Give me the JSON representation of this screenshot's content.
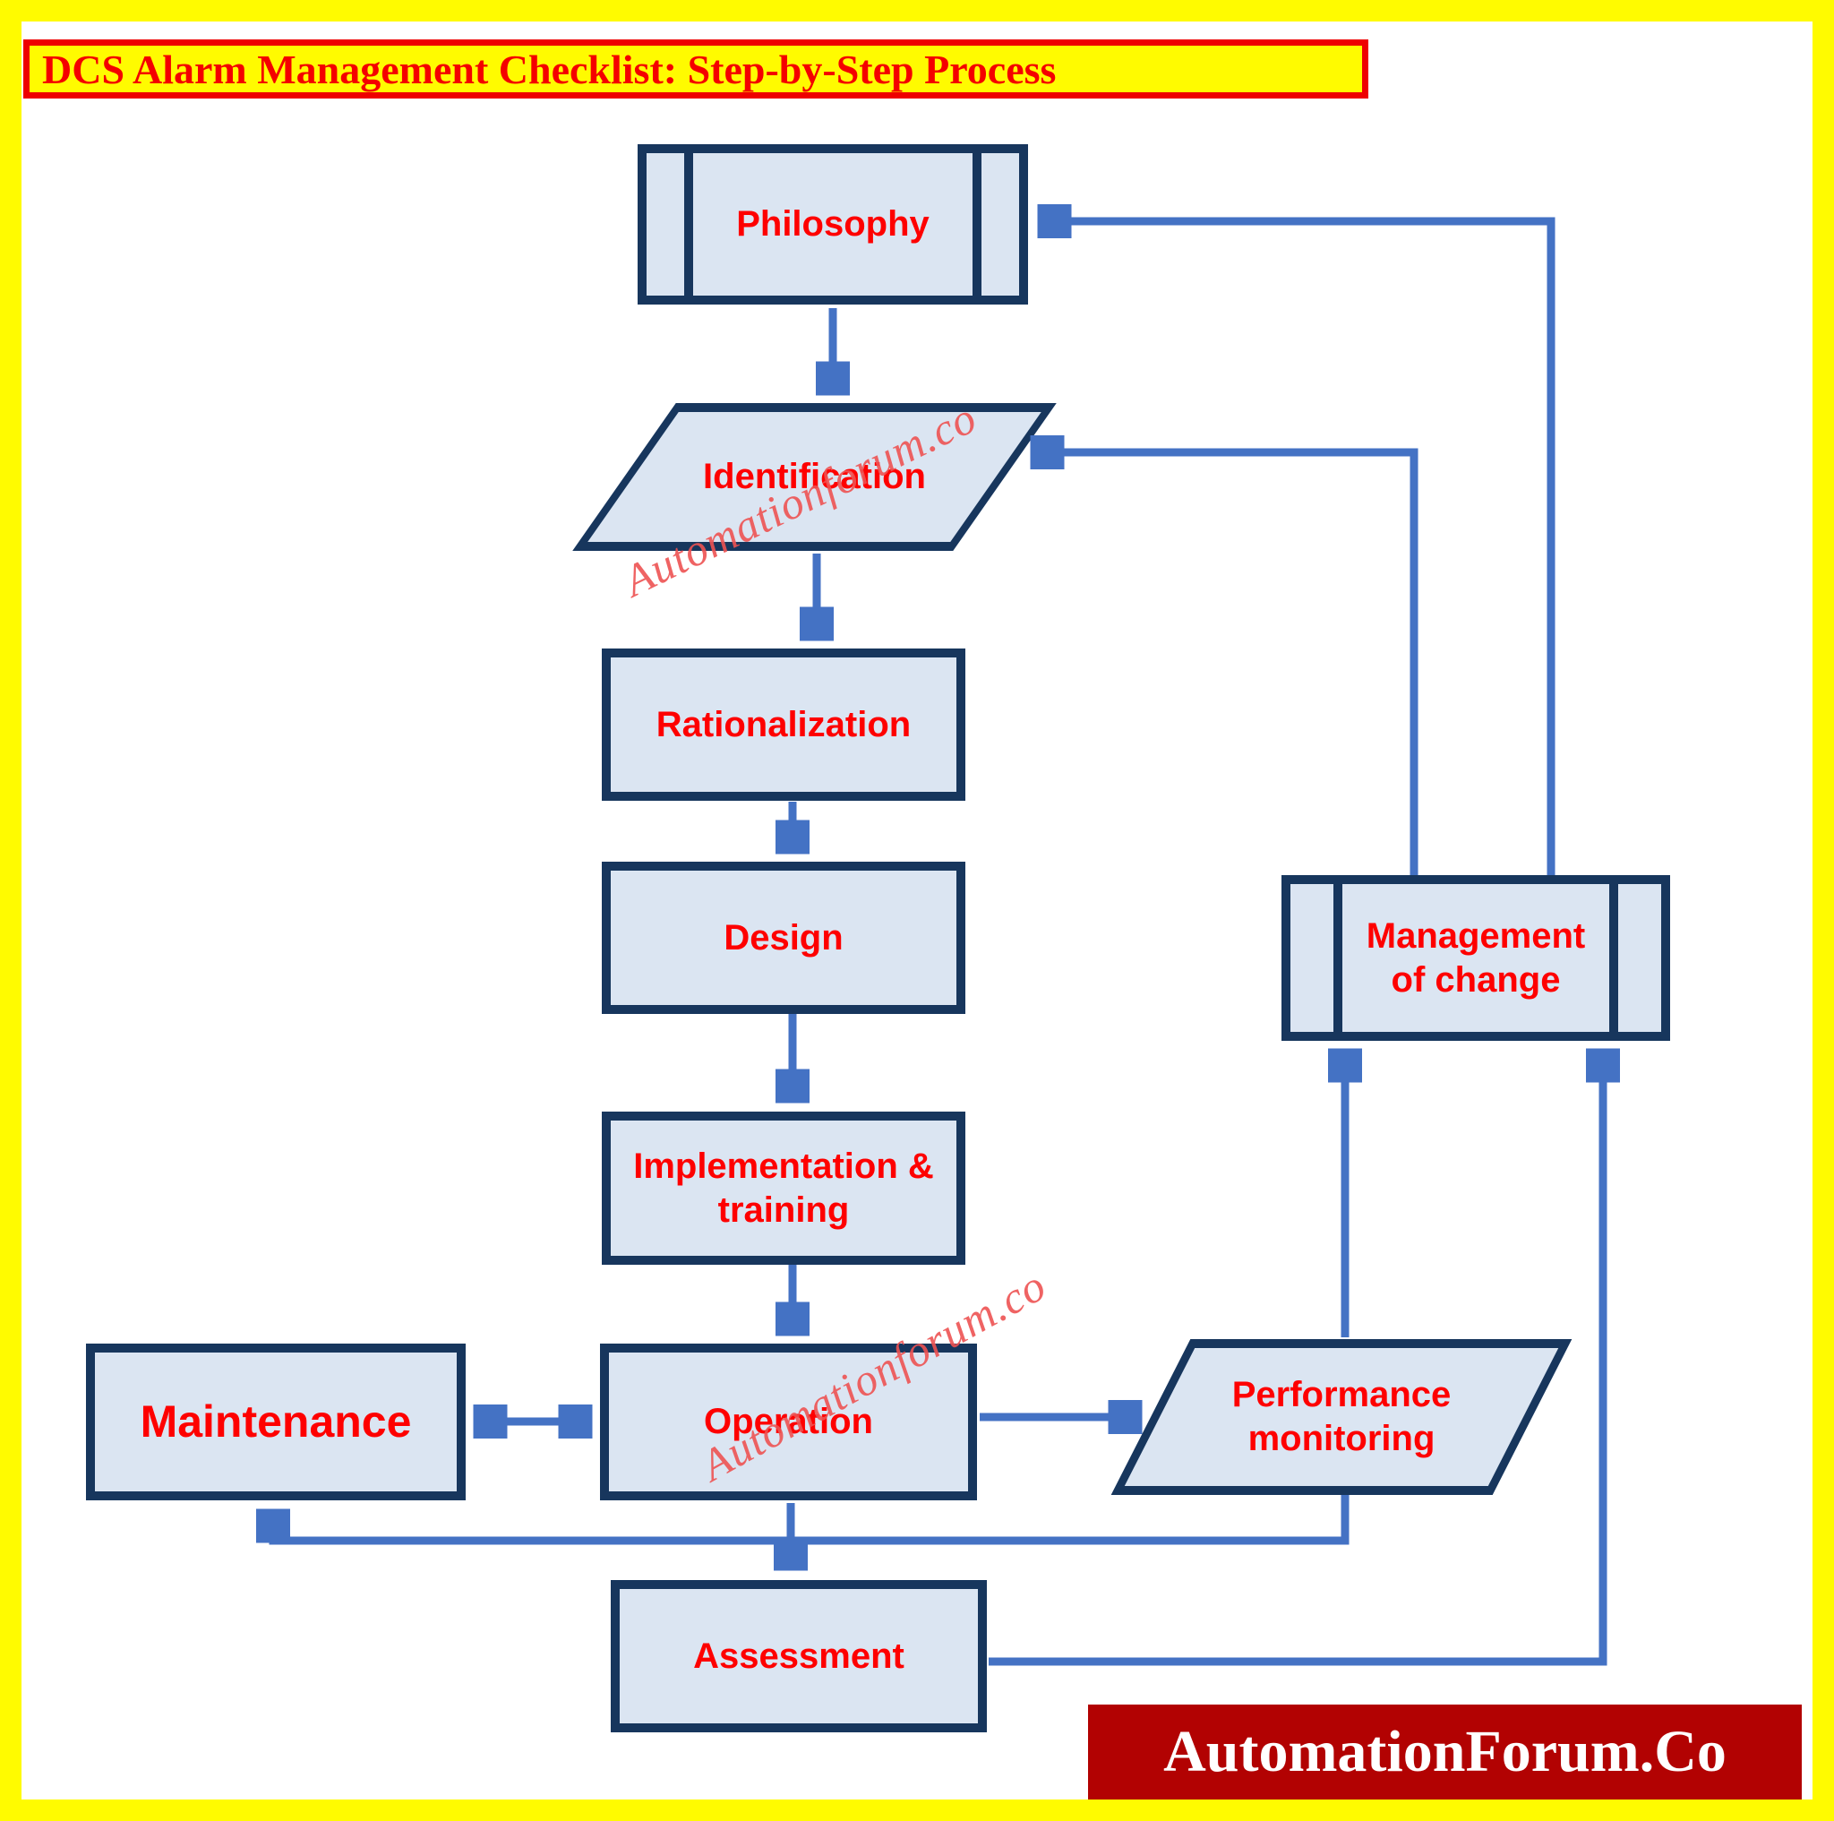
{
  "title": {
    "text": "DCS Alarm Management Checklist: Step-by-Step Process"
  },
  "nodes": {
    "philosophy": {
      "label": "Philosophy",
      "type": "predefined-process"
    },
    "identification": {
      "label": "Identification",
      "type": "data-parallelogram"
    },
    "rationalization": {
      "label": "Rationalization",
      "type": "process"
    },
    "design": {
      "label": "Design",
      "type": "process"
    },
    "implementation": {
      "label": "Implementation & training",
      "type": "process"
    },
    "operation": {
      "label": "Operation",
      "type": "process"
    },
    "maintenance": {
      "label": "Maintenance",
      "type": "process"
    },
    "assessment": {
      "label": "Assessment",
      "type": "process"
    },
    "performance_monitoring": {
      "label": "Performance monitoring",
      "type": "data-parallelogram"
    },
    "management_of_change": {
      "label": "Management of change",
      "type": "predefined-process"
    }
  },
  "connections": [
    "Philosophy -> Identification",
    "Identification -> Rationalization",
    "Rationalization -> Design",
    "Design -> Implementation & training",
    "Implementation & training -> Operation",
    "Maintenance <-> Operation",
    "Operation -> Performance monitoring",
    "Operation -> Assessment",
    "Performance monitoring -> Management of change",
    "Performance monitoring -> Maintenance",
    "Assessment -> Management of change",
    "Management of change -> Philosophy",
    "Management of change -> Identification"
  ],
  "watermark": {
    "text": "Automationforum.co"
  },
  "logo": {
    "text": "AutomationForum.Co"
  },
  "colors": {
    "node_fill": "#dbe5f2",
    "node_border": "#17365d",
    "arrow": "#4472c4",
    "label_red": "#fe0000",
    "banner_yellow": "#fffb00",
    "banner_border_red": "#ee0000",
    "frame_yellow": "#fffb00",
    "logo_background": "#b20202",
    "logo_text": "#ffffff",
    "watermark": "#ed5252"
  }
}
